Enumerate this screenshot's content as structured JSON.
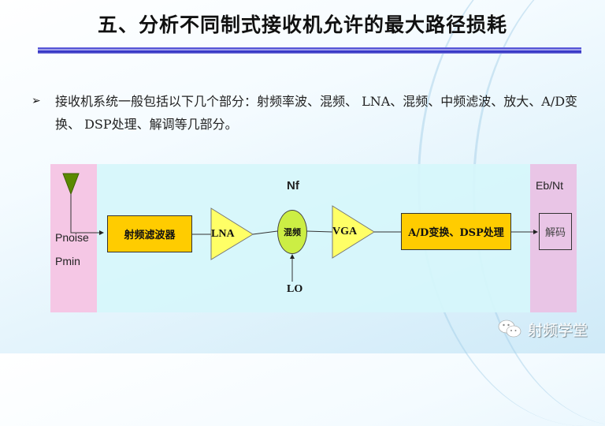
{
  "slide": {
    "title": "五、分析不同制式接收机允许的最大路径损耗",
    "bullet": {
      "marker": "➢",
      "text": "接收机系统一般包括以下几个部分：射频率波、混频、 LNA、混频、中频滤波、放大、A/D变换、 DSP处理、解调等几部分。"
    }
  },
  "diagram": {
    "left_zone": {
      "labels": [
        "Pnoise",
        "Pmin"
      ],
      "color": "#f5c7e5"
    },
    "middle_zone": {
      "label": "Nf",
      "color": "#d6f6fb"
    },
    "right_zone": {
      "label": "Eb/Nt",
      "color": "#e9c5e6"
    },
    "blocks": {
      "rf_filter": "射频滤波器",
      "lna": "LNA",
      "mixer": "混频",
      "lo": "LO",
      "vga": "VGA",
      "adc_dsp": "A/D变换、DSP处理",
      "decoder": "解码"
    },
    "colors": {
      "block_fill": "#ffcc00",
      "amp_fill": "#ffff66",
      "mixer_fill": "#ccee44",
      "antenna": "#5a8a00"
    }
  },
  "watermark": {
    "icon": "wechat-icon",
    "text": "射频学堂"
  }
}
